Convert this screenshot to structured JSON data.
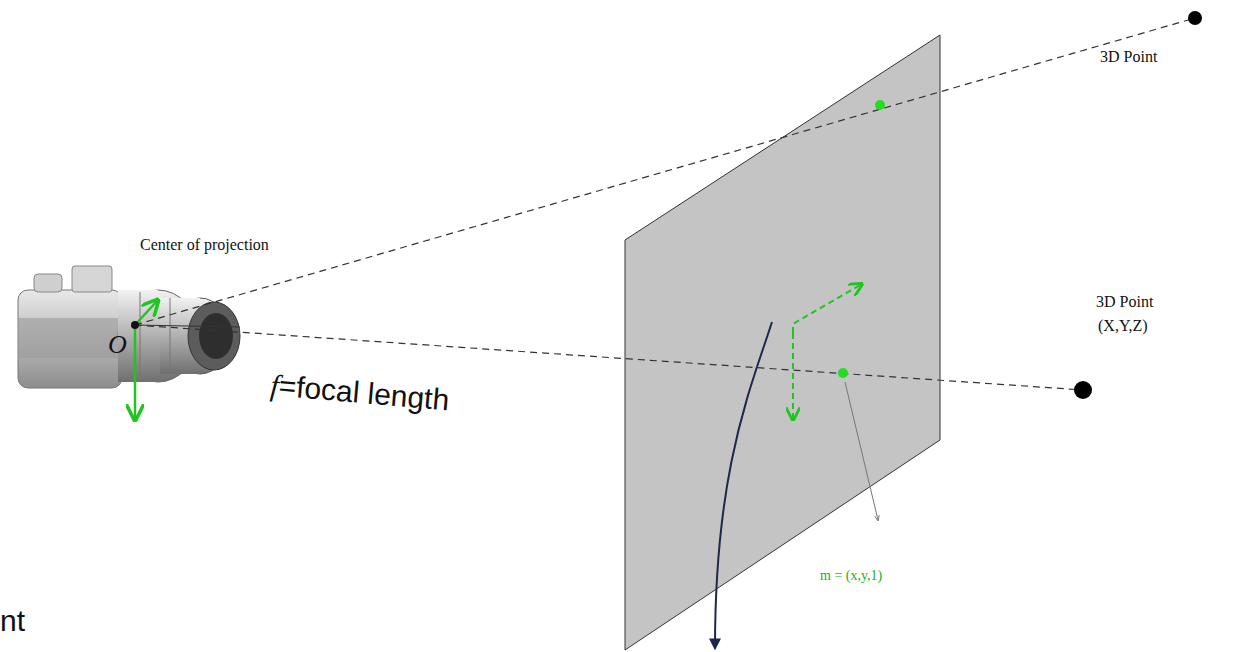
{
  "diagram": {
    "labels": [
      "3D Point",
      "Center of projection",
      "O",
      "3D Point",
      "(X,Y,Z)",
      "f=focal length",
      "m = (x,y,1)",
      "nt"
    ]
  }
}
